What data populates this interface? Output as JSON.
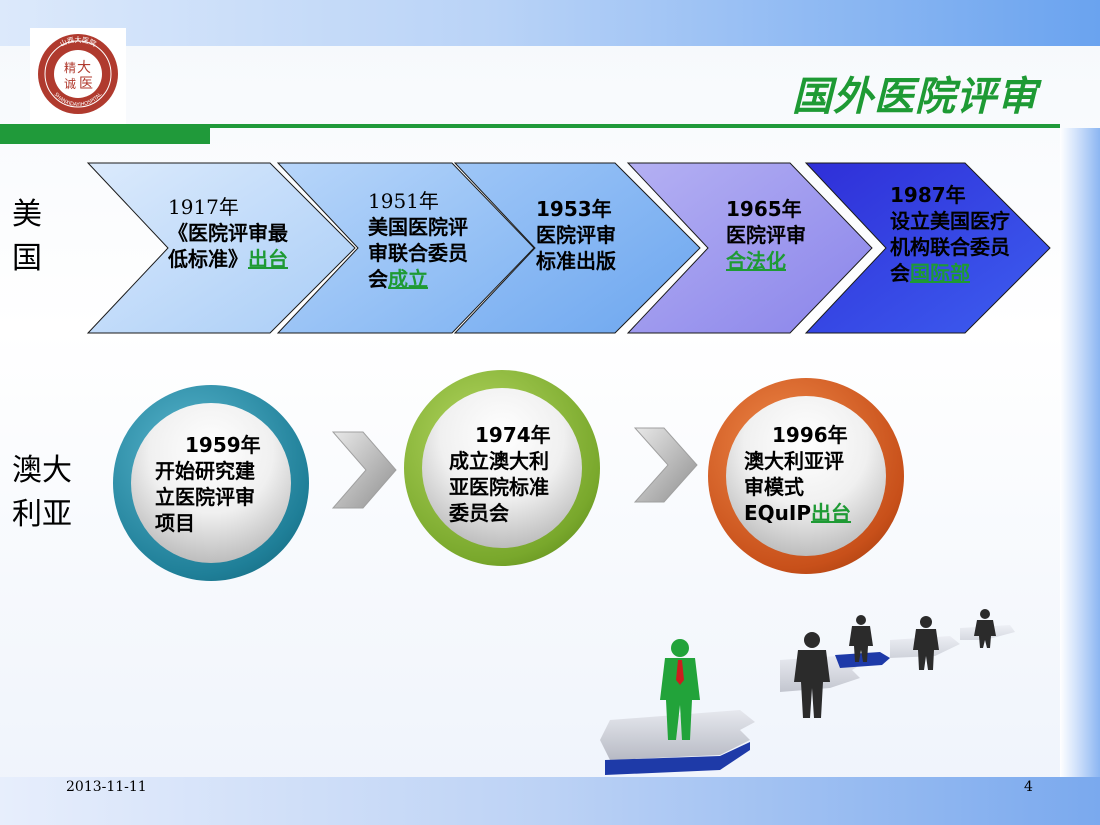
{
  "title": "国外医院评审",
  "logo": {
    "text_top": "山西大医院",
    "text_center_1": "大",
    "text_center_2": "精",
    "text_center_3": "诚",
    "text_center_4": "医",
    "text_ring": "SHANXIDAYIHOSPITAL"
  },
  "usa": {
    "label_1": "美",
    "label_2": "国",
    "items": [
      {
        "year": "1917年",
        "line1": "《医院评审最",
        "line2": "低标准》",
        "link": "出台"
      },
      {
        "year": "1951年",
        "line1": "美国医院评",
        "line2": "审联合委员",
        "line3": "会",
        "link": "成立"
      },
      {
        "year": "1953年",
        "line1": "医院评审",
        "line2": "标准出版"
      },
      {
        "year": "1965年",
        "line1": "医院评审",
        "link": "合法化"
      },
      {
        "year": "1987年",
        "line1": "设立美国医疗",
        "line2": "机构联合委员",
        "line3": "会",
        "link": "国际部"
      }
    ]
  },
  "australia": {
    "label_1": "澳大",
    "label_2": "利亚",
    "items": [
      {
        "year": "1959年",
        "line1": "开始研究建",
        "line2": "立医院评审",
        "line3": "项目"
      },
      {
        "year": "1974年",
        "line1": "成立澳大利",
        "line2": "亚医院标准",
        "line3": "委员会"
      },
      {
        "year": "1996年",
        "line1": "澳大利亚评",
        "line2": "审模式",
        "line3": "EQuIP",
        "link": "出台"
      }
    ]
  },
  "footer": {
    "date": "2013-11-11",
    "page": "4"
  },
  "colors": {
    "title_green": "#1e9a34",
    "accent_green": "#209a3a"
  }
}
